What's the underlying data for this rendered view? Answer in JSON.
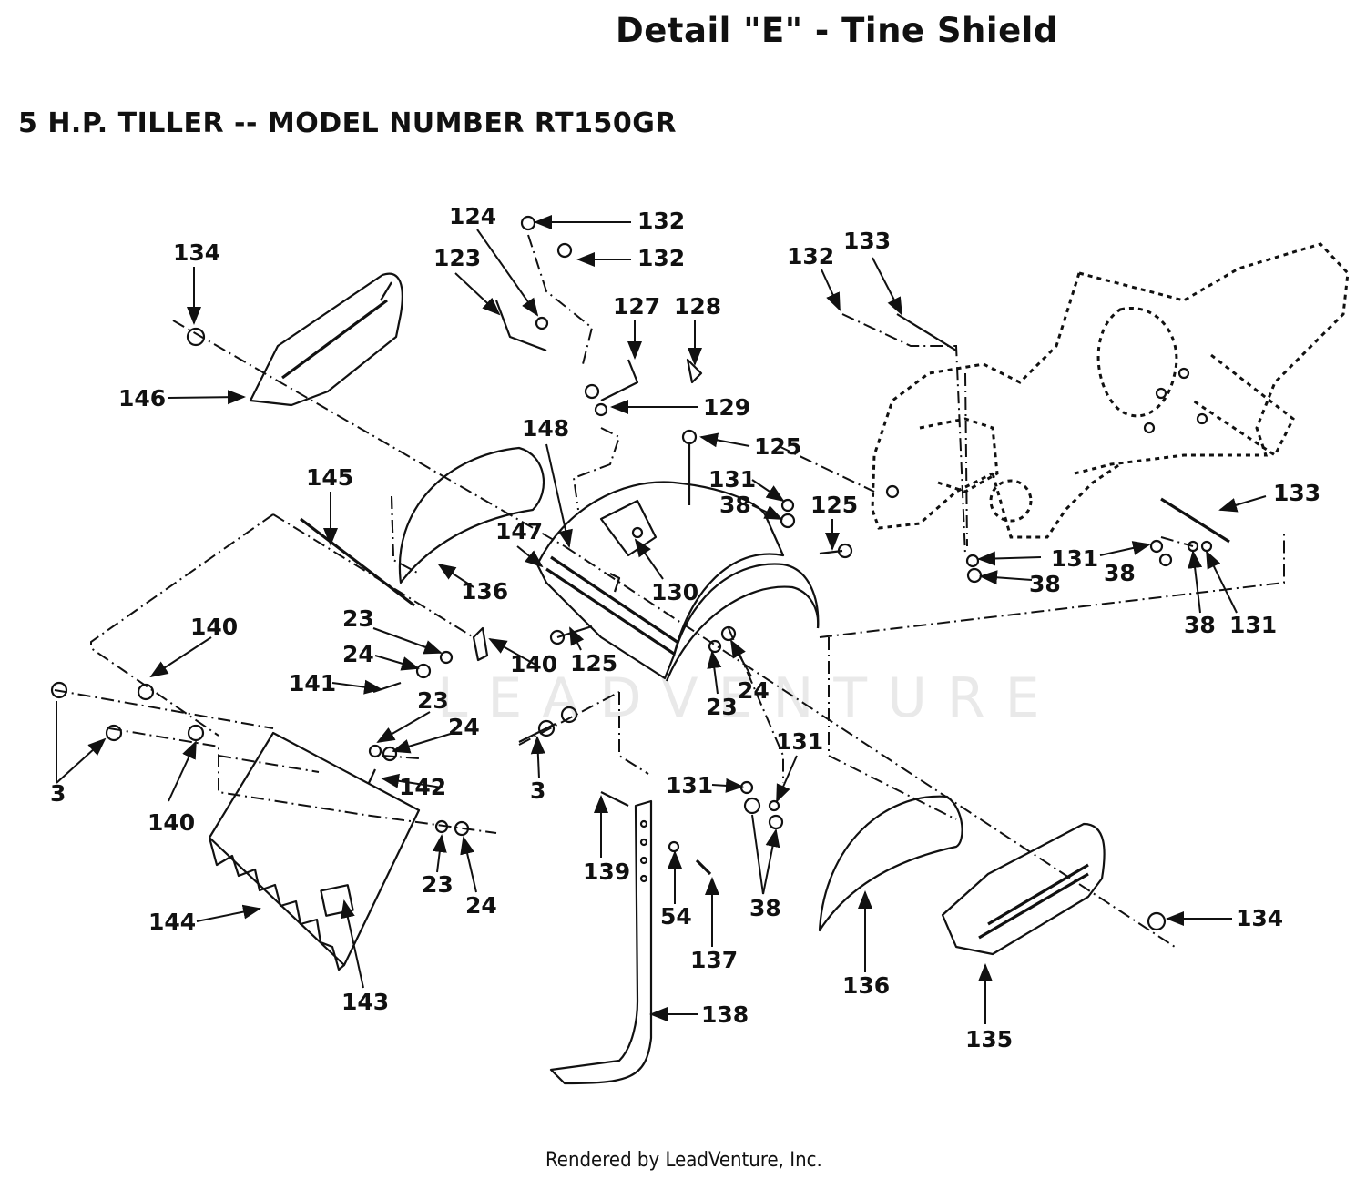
{
  "header": {
    "title": "Detail \"E\" - Tine Shield",
    "model": "5 H.P. TILLER -- MODEL NUMBER RT150GR"
  },
  "watermark": "LEADVENTURE",
  "footer": "Rendered by LeadVenture, Inc.",
  "callouts": {
    "c124": "124",
    "c132a": "132",
    "c132b": "132",
    "c132c": "132",
    "c123": "123",
    "c127": "127",
    "c128": "128",
    "c129": "129",
    "c133a": "133",
    "c133b": "133",
    "c134a": "134",
    "c134b": "134",
    "c146": "146",
    "c148": "148",
    "c125a": "125",
    "c125b": "125",
    "c125c": "125",
    "c131a": "131",
    "c131b": "131",
    "c131c": "131",
    "c131d": "131",
    "c131e": "131",
    "c38a": "38",
    "c38b": "38",
    "c38c": "38",
    "c38d": "38",
    "c38e": "38",
    "c145": "145",
    "c147": "147",
    "c130": "130",
    "c136a": "136",
    "c136b": "136",
    "c140a": "140",
    "c140b": "140",
    "c140c": "140",
    "c23a": "23",
    "c23b": "23",
    "c23c": "23",
    "c23d": "23",
    "c24a": "24",
    "c24b": "24",
    "c24c": "24",
    "c24d": "24",
    "c141": "141",
    "c142": "142",
    "c3a": "3",
    "c3b": "3",
    "c139": "139",
    "c54": "54",
    "c137": "137",
    "c138": "138",
    "c144": "144",
    "c143": "143",
    "c135": "135"
  }
}
